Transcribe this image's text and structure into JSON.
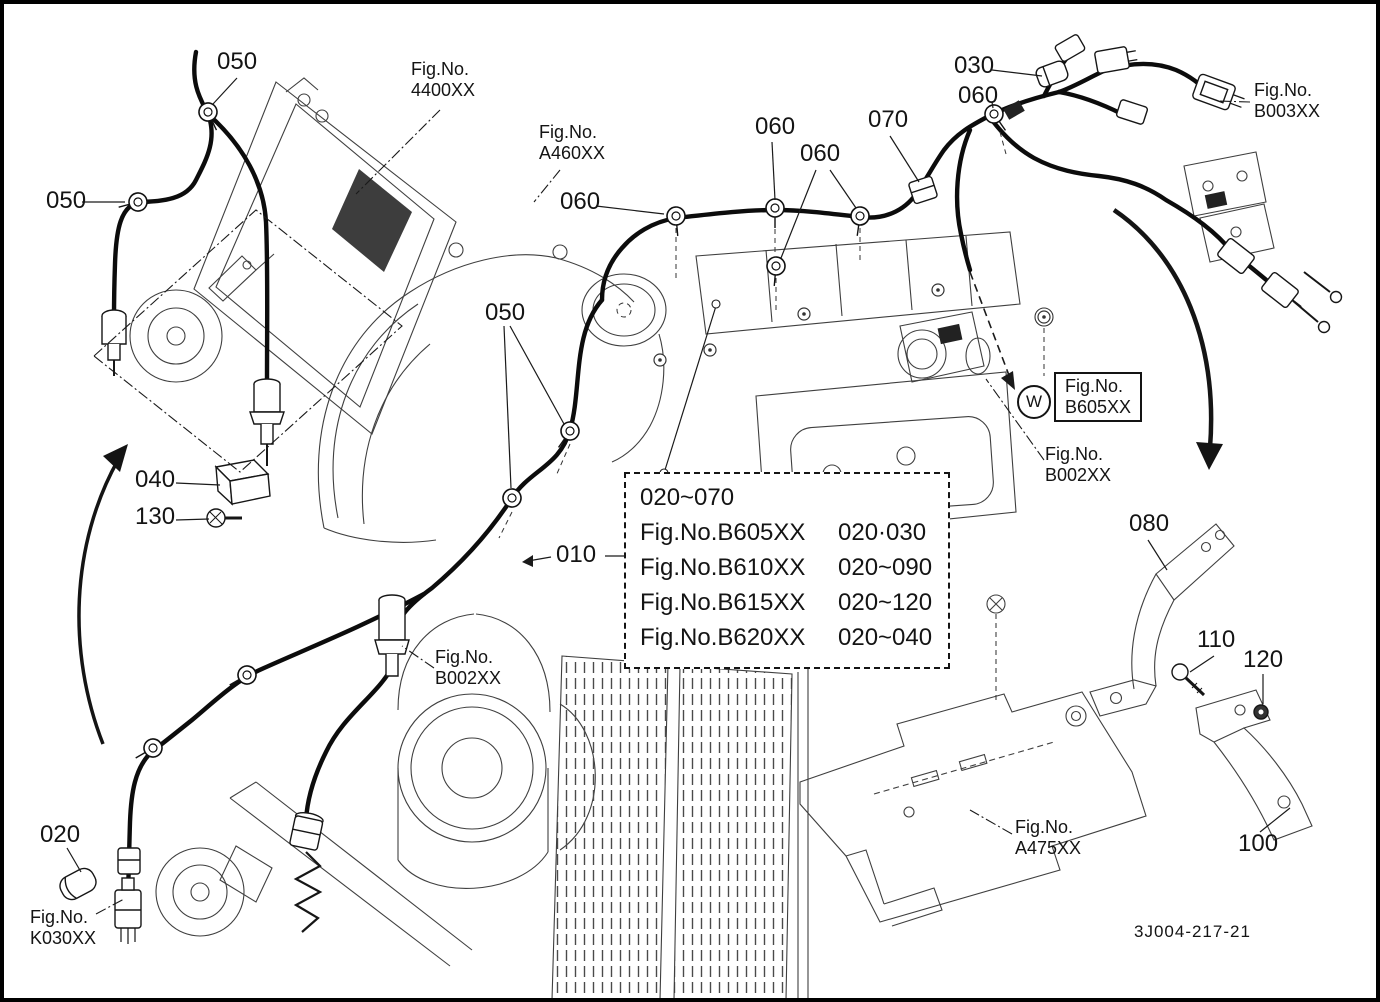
{
  "page": {
    "drawing_number": "3J004-217-21",
    "ink_color": "#141414",
    "line_color": "#3f3f3f"
  },
  "labels": {
    "item_050_top": "050",
    "item_050_left": "050",
    "item_050_center": "050",
    "item_060_a": "060",
    "item_060_b": "060",
    "item_060_c": "060",
    "item_060_top_right": "060",
    "item_070": "070",
    "item_030": "030",
    "item_040": "040",
    "item_130": "130",
    "item_010": "010",
    "item_020": "020",
    "item_080": "080",
    "item_100": "100",
    "item_110": "110",
    "item_120": "120"
  },
  "fig_refs": {
    "fig_4400": {
      "line1": "Fig.No.",
      "line2": "4400XX"
    },
    "fig_a460": {
      "line1": "Fig.No.",
      "line2": "A460XX"
    },
    "fig_b003": {
      "line1": "Fig.No.",
      "line2": "B003XX"
    },
    "fig_b605_box": {
      "line1": "Fig.No.",
      "line2": "B605XX"
    },
    "fig_b002_right": {
      "line1": "Fig.No.",
      "line2": "B002XX"
    },
    "fig_b002_center": {
      "line1": "Fig.No.",
      "line2": "B002XX"
    },
    "fig_k030": {
      "line1": "Fig.No.",
      "line2": "K030XX"
    },
    "fig_a475": {
      "line1": "Fig.No.",
      "line2": "A475XX"
    }
  },
  "legend": {
    "header": "020~070",
    "rows": [
      {
        "fig": "Fig.No.B605XX",
        "items": "020·030"
      },
      {
        "fig": "Fig.No.B610XX",
        "items": "020~090"
      },
      {
        "fig": "Fig.No.B615XX",
        "items": "020~120"
      },
      {
        "fig": "Fig.No.B620XX",
        "items": "020~040"
      }
    ]
  },
  "markers": {
    "w_marker": "W"
  }
}
